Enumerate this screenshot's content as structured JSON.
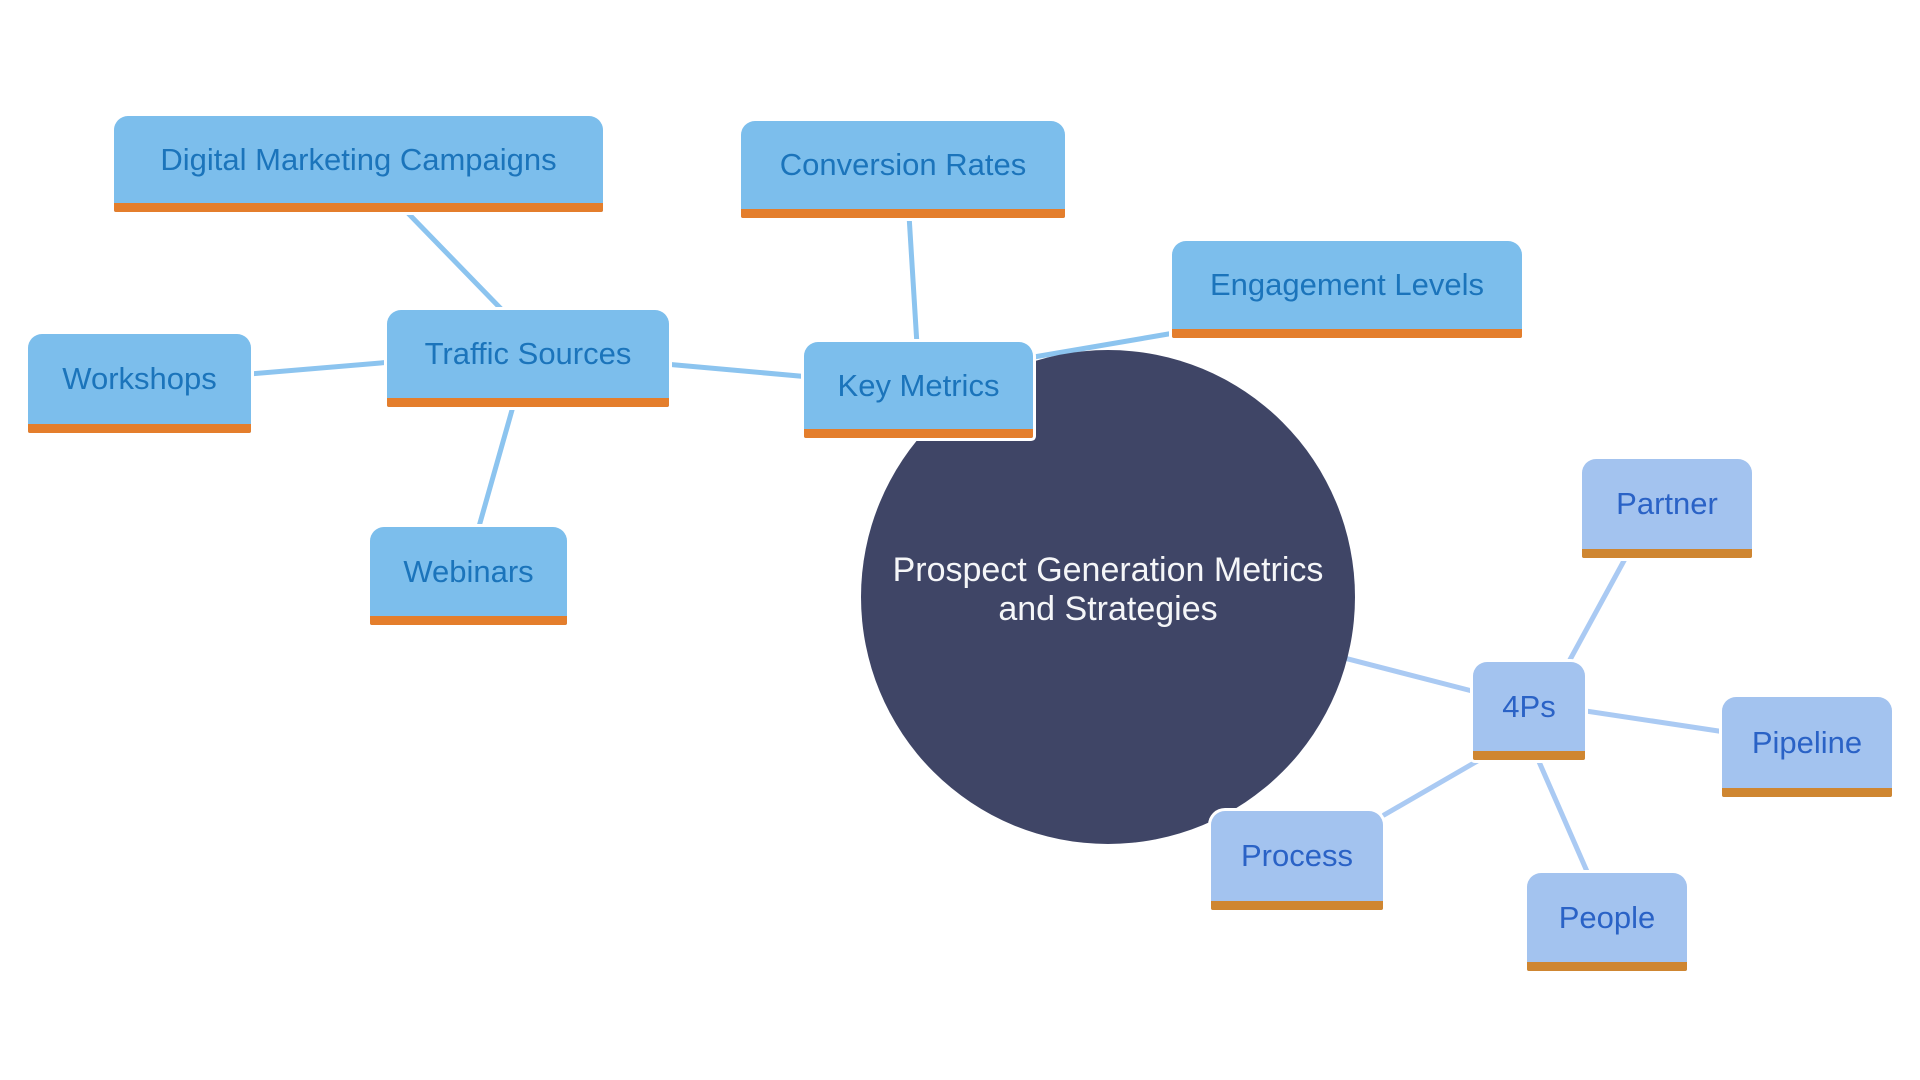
{
  "root": {
    "line1": "Prospect Generation Metrics",
    "line2": "and Strategies"
  },
  "nodes": {
    "digital_marketing_campaigns": {
      "label": "Digital Marketing Campaigns"
    },
    "conversion_rates": {
      "label": "Conversion Rates"
    },
    "engagement_levels": {
      "label": "Engagement Levels"
    },
    "workshops": {
      "label": "Workshops"
    },
    "traffic_sources": {
      "label": "Traffic Sources"
    },
    "key_metrics": {
      "label": "Key Metrics"
    },
    "webinars": {
      "label": "Webinars"
    },
    "partner": {
      "label": "Partner"
    },
    "four_ps": {
      "label": "4Ps"
    },
    "pipeline": {
      "label": "Pipeline"
    },
    "process": {
      "label": "Process"
    },
    "people": {
      "label": "People"
    }
  },
  "colors": {
    "background": "#FFFFFF",
    "root_fill": "#3F4566",
    "root_text": "#F5F6F8",
    "left_fill": "#7CBEEC",
    "left_text": "#1B74BB",
    "left_accent": "#E47E2C",
    "left_line": "#8CC4EF",
    "right_fill": "#A3C3EF",
    "right_text": "#2A62C6",
    "right_accent": "#CF8631",
    "right_line": "#AACAF3"
  }
}
